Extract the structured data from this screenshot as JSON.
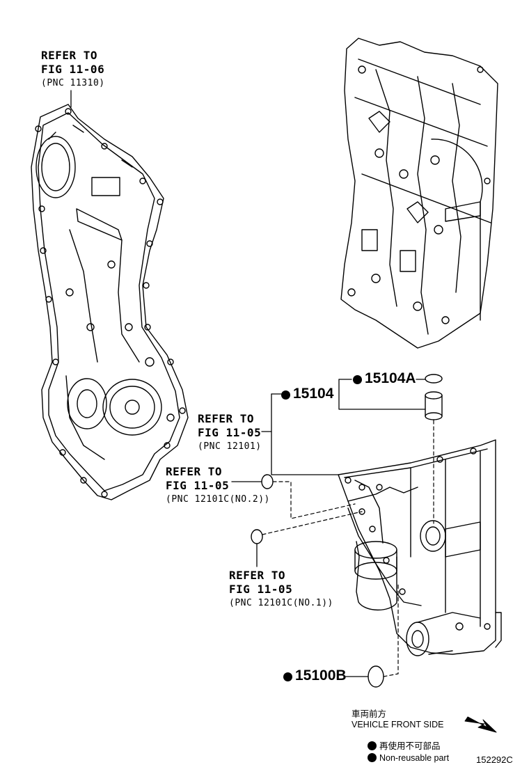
{
  "refs": {
    "timing_cover": {
      "line1": "REFER TO",
      "line2": "FIG 11-06",
      "line3": "(PNC 11310)"
    },
    "block": {
      "line1": "REFER TO",
      "line2": "FIG 11-05",
      "line3": "(PNC 12101)"
    },
    "oring2": {
      "line1": "REFER TO",
      "line2": "FIG 11-05",
      "line3": "(PNC 12101C(NO.2))"
    },
    "oring1": {
      "line1": "REFER TO",
      "line2": "FIG 11-05",
      "line3": "(PNC 12101C(NO.1))"
    }
  },
  "parts": {
    "p15104a": "15104A",
    "p15104": "15104",
    "p15100b": "15100B"
  },
  "legend": {
    "direction_jp": "車両前方",
    "direction_en": "VEHICLE FRONT SIDE",
    "nonreuse_jp": "再使用不可部品",
    "nonreuse_en": "Non-reusable part",
    "diagram_code": "152292C"
  }
}
